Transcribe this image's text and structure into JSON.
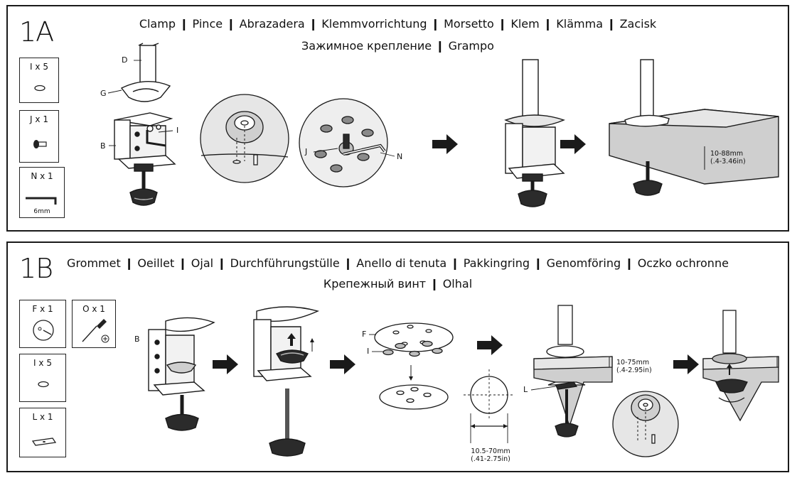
{
  "panel_a": {
    "step": "1A",
    "languages_line1": "Clamp  ❙  Pince  ❙  Abrazadera  ❙  Klemmvorrichtung  ❙  Morsetto  ❙  Klem  ❙  Klämma  ❙  Zacisk",
    "languages_line2": "Зажимное крепление  ❙  Grampo",
    "parts": [
      {
        "label": "I x 5",
        "icon": "washer-icon"
      },
      {
        "label": "J x 1",
        "icon": "screw-icon"
      },
      {
        "label": "N x 1",
        "icon": "allen-key-icon",
        "sub": "6mm"
      }
    ],
    "callouts": {
      "d": "D",
      "g": "G",
      "b": "B",
      "i": "I",
      "j": "J",
      "n": "N"
    },
    "measure_line1": "10-88mm",
    "measure_line2": "(.4-3.46in)"
  },
  "panel_b": {
    "step": "1B",
    "languages_line1": "Grommet  ❙  Oeillet  ❙  Ojal  ❙  Durchführungstülle  ❙  Anello di tenuta  ❙  Pakkingring  ❙  Genomföring  ❙  Oczko ochronne",
    "languages_line2": "Крепежный винт  ❙  Olhal",
    "parts": [
      {
        "label": "F x 1",
        "icon": "grommet-plate-icon"
      },
      {
        "label": "O x 1",
        "icon": "screwdriver-icon"
      },
      {
        "label": "I x 5",
        "icon": "washer-icon"
      },
      {
        "label": "L x 1",
        "icon": "plate-l-icon"
      }
    ],
    "callouts": {
      "b": "B",
      "f": "F",
      "i": "I",
      "l": "L"
    },
    "hole_line1": "10.5-70mm",
    "hole_line2": "(.41-2.75in)",
    "measure_line1": "10-75mm",
    "measure_line2": "(.4-2.95in)"
  },
  "colors": {
    "line": "#1a1a1a",
    "shade": "#bdbdbd",
    "dark": "#2b2b2b",
    "fill": "#f2f2f2"
  }
}
